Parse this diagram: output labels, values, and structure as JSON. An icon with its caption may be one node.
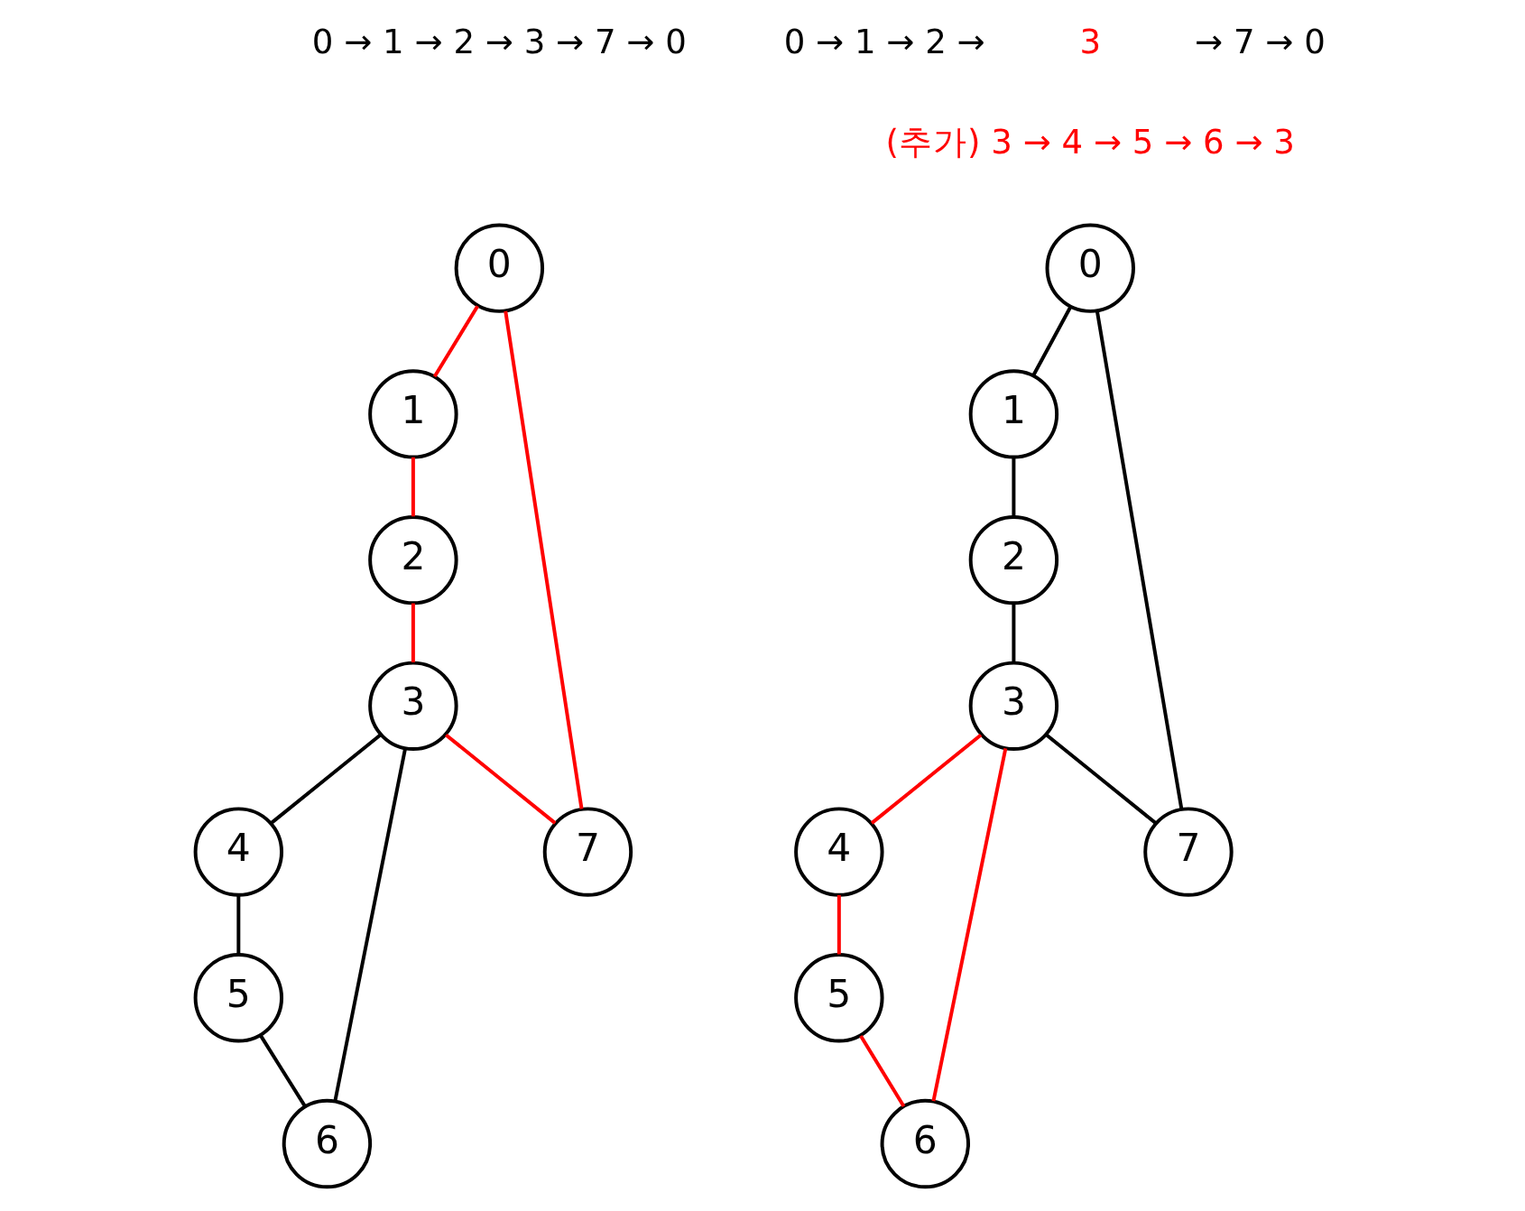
{
  "diagram": {
    "nodes": [
      {
        "text": [
          "0"
        ]
      },
      {
        "text": [
          "1"
        ]
      },
      {
        "text": [
          "2"
        ]
      },
      {
        "text": [
          "3"
        ]
      },
      {
        "text": [
          "4"
        ]
      },
      {
        "text": [
          "5"
        ]
      },
      {
        "text": [
          "6"
        ]
      },
      {
        "text": [
          "7"
        ]
      },
      {
        "text": [
          "0"
        ]
      },
      {
        "text": [
          "1"
        ]
      },
      {
        "text": [
          "2"
        ]
      },
      {
        "text": [
          "3"
        ]
      },
      {
        "text": [
          "4"
        ]
      },
      {
        "text": [
          "5"
        ]
      },
      {
        "text": [
          "6"
        ]
      },
      {
        "text": [
          "7"
        ]
      }
    ],
    "edges": [
      {
        "from": 0,
        "to": 1,
        "arrow": "none",
        "color": "#ff0000"
      },
      {
        "from": 1,
        "to": 2,
        "arrow": "none",
        "color": "#ff0000"
      },
      {
        "from": 2,
        "to": 3,
        "arrow": "none",
        "color": "#ff0000"
      },
      {
        "from": 3,
        "to": 7,
        "arrow": "none",
        "color": "#ff0000"
      },
      {
        "from": 0,
        "to": 7,
        "arrow": "none",
        "color": "#ff0000"
      },
      {
        "from": 3,
        "to": 4,
        "arrow": "none",
        "color": "#000000"
      },
      {
        "from": 4,
        "to": 5,
        "arrow": "none",
        "color": "#000000"
      },
      {
        "from": 5,
        "to": 6,
        "arrow": "none",
        "color": "#000000"
      },
      {
        "from": 3,
        "to": 6,
        "arrow": "none",
        "color": "#000000"
      },
      {
        "from": 8,
        "to": 9,
        "arrow": "none",
        "color": "#000000"
      },
      {
        "from": 9,
        "to": 10,
        "arrow": "none",
        "color": "#000000"
      },
      {
        "from": 10,
        "to": 11,
        "arrow": "none",
        "color": "#000000"
      },
      {
        "from": 11,
        "to": 15,
        "arrow": "none",
        "color": "#000000"
      },
      {
        "from": 8,
        "to": 15,
        "arrow": "none",
        "color": "#000000"
      },
      {
        "from": 11,
        "to": 12,
        "arrow": "none",
        "color": "#ff0000"
      },
      {
        "from": 12,
        "to": 13,
        "arrow": "none",
        "color": "#ff0000"
      },
      {
        "from": 13,
        "to": 14,
        "arrow": "none",
        "color": "#ff0000"
      },
      {
        "from": 11,
        "to": 14,
        "arrow": "none",
        "color": "#ff0000"
      }
    ],
    "labels": [
      "0 → 1 → 2 → 3 → 7 → 0",
      "0 → 1 → 2 →",
      "3",
      "→ 7 → 0",
      "(추가) 3 → 4 → 5 → 6 → 3"
    ]
  }
}
